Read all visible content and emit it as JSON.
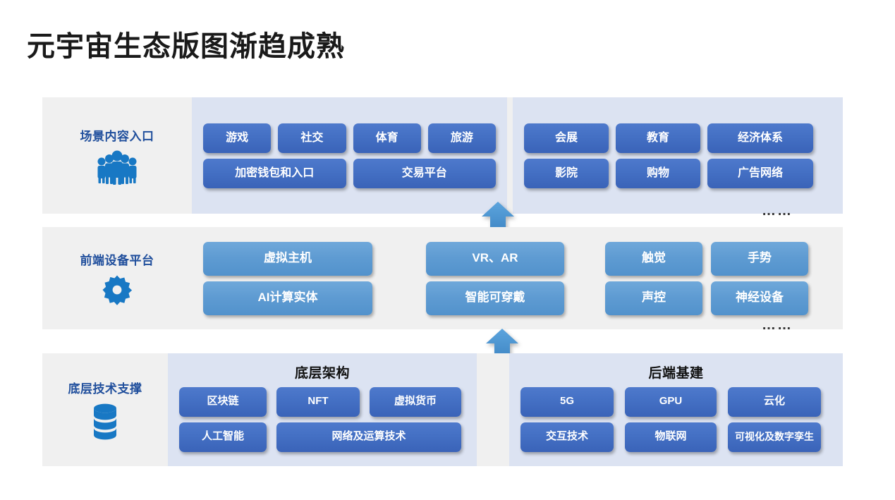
{
  "title": "元宇宙生态版图渐趋成熟",
  "colors": {
    "chip_dark": "#4470c4",
    "chip_light": "#5e9bd2",
    "panel_gray": "#f0f0f0",
    "panel_blue": "#dce3f2",
    "label_blue": "#1F4E9C",
    "arrow_blue": "#4a90ce",
    "title_black": "#1a1a1a"
  },
  "ellipsis": "……",
  "rows": [
    {
      "label": "场景内容入口",
      "icon": "people-group-icon",
      "groups": [
        {
          "header": "",
          "lines": [
            [
              "游戏",
              "社交",
              "体育",
              "旅游"
            ],
            [
              "加密钱包和入口",
              "交易平台"
            ]
          ]
        },
        {
          "header": "",
          "lines": [
            [
              "会展",
              "教育",
              "经济体系"
            ],
            [
              "影院",
              "购物",
              "广告网络"
            ]
          ]
        }
      ]
    },
    {
      "label": "前端设备平台",
      "icon": "gear-icon",
      "groups": [
        {
          "header": "",
          "lines": [
            [
              "虚拟主机",
              "VR、AR",
              "触觉",
              "手势"
            ],
            [
              "AI计算实体",
              "智能可穿戴",
              "声控",
              "神经设备"
            ]
          ]
        }
      ]
    },
    {
      "label": "底层技术支撑",
      "icon": "database-icon",
      "groups": [
        {
          "header": "底层架构",
          "lines": [
            [
              "区块链",
              "NFT",
              "虚拟货币"
            ],
            [
              "人工智能",
              "网络及运算技术"
            ]
          ]
        },
        {
          "header": "后端基建",
          "lines": [
            [
              "5G",
              "GPU",
              "云化"
            ],
            [
              "交互技术",
              "物联网",
              "可视化及数字孪生"
            ]
          ]
        }
      ]
    }
  ]
}
